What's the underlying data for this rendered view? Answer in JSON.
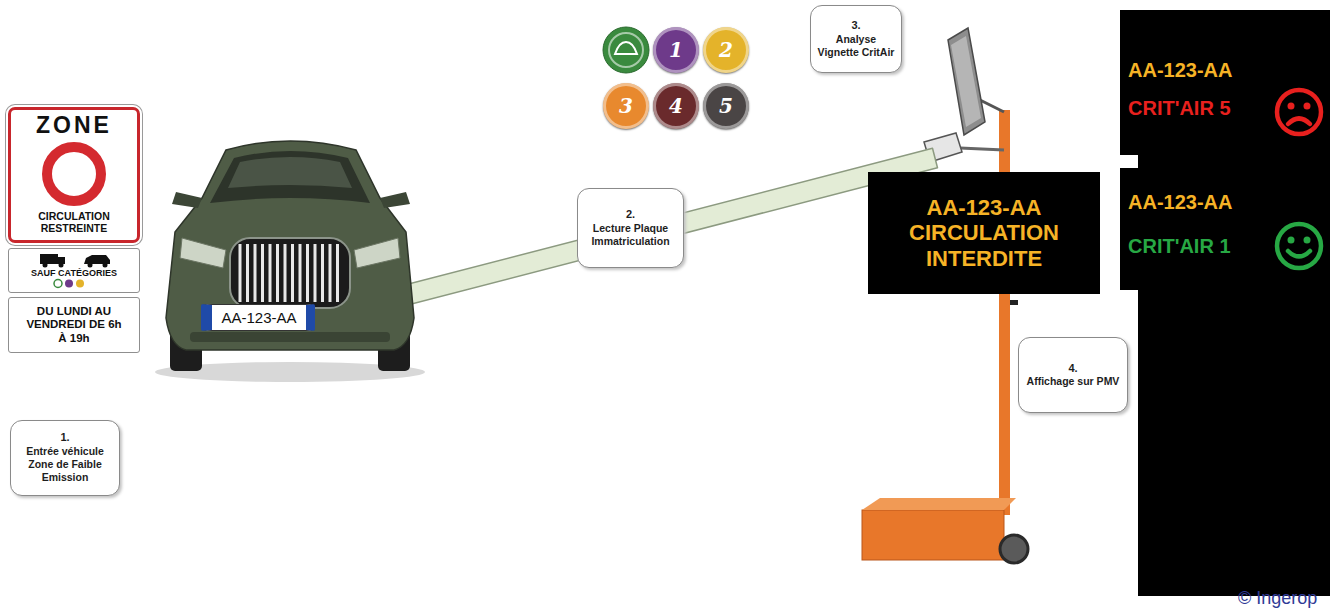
{
  "diagram": {
    "nodes": [
      {
        "text": [
          "ZONE",
          "CIRCULATION RESTREINTE"
        ]
      },
      {
        "text": [
          "SAUF CATÉGORIES"
        ]
      },
      {
        "text": [
          "DU LUNDI AU VENDREDI DE 6h À 19h"
        ]
      },
      {
        "text": [
          "1.",
          "Entrée véhicule Zone de Faible Emission"
        ]
      },
      {
        "text": [
          "AA-123-AA"
        ]
      },
      {
        "text": [
          "2.",
          "Lecture Plaque Immatriculation"
        ]
      },
      {
        "text": [
          "1"
        ]
      },
      {
        "text": [
          "2"
        ]
      },
      {
        "text": [
          "3"
        ]
      },
      {
        "text": [
          "4"
        ]
      },
      {
        "text": [
          "5"
        ]
      },
      {
        "text": [
          "3.",
          "Analyse Vignette CritAir"
        ]
      },
      {
        "text": [
          "AA-123-AA",
          "CIRCULATION INTERDITE"
        ]
      },
      {
        "text": [
          "AA-123-AA",
          "CRIT'AIR 5"
        ]
      },
      {
        "text": [
          "AA-123-AA",
          "CRIT'AIR 1"
        ]
      },
      {
        "text": [
          "4.",
          "Affichage sur PMV"
        ]
      }
    ],
    "labels": [
      "© Ingerop"
    ]
  }
}
